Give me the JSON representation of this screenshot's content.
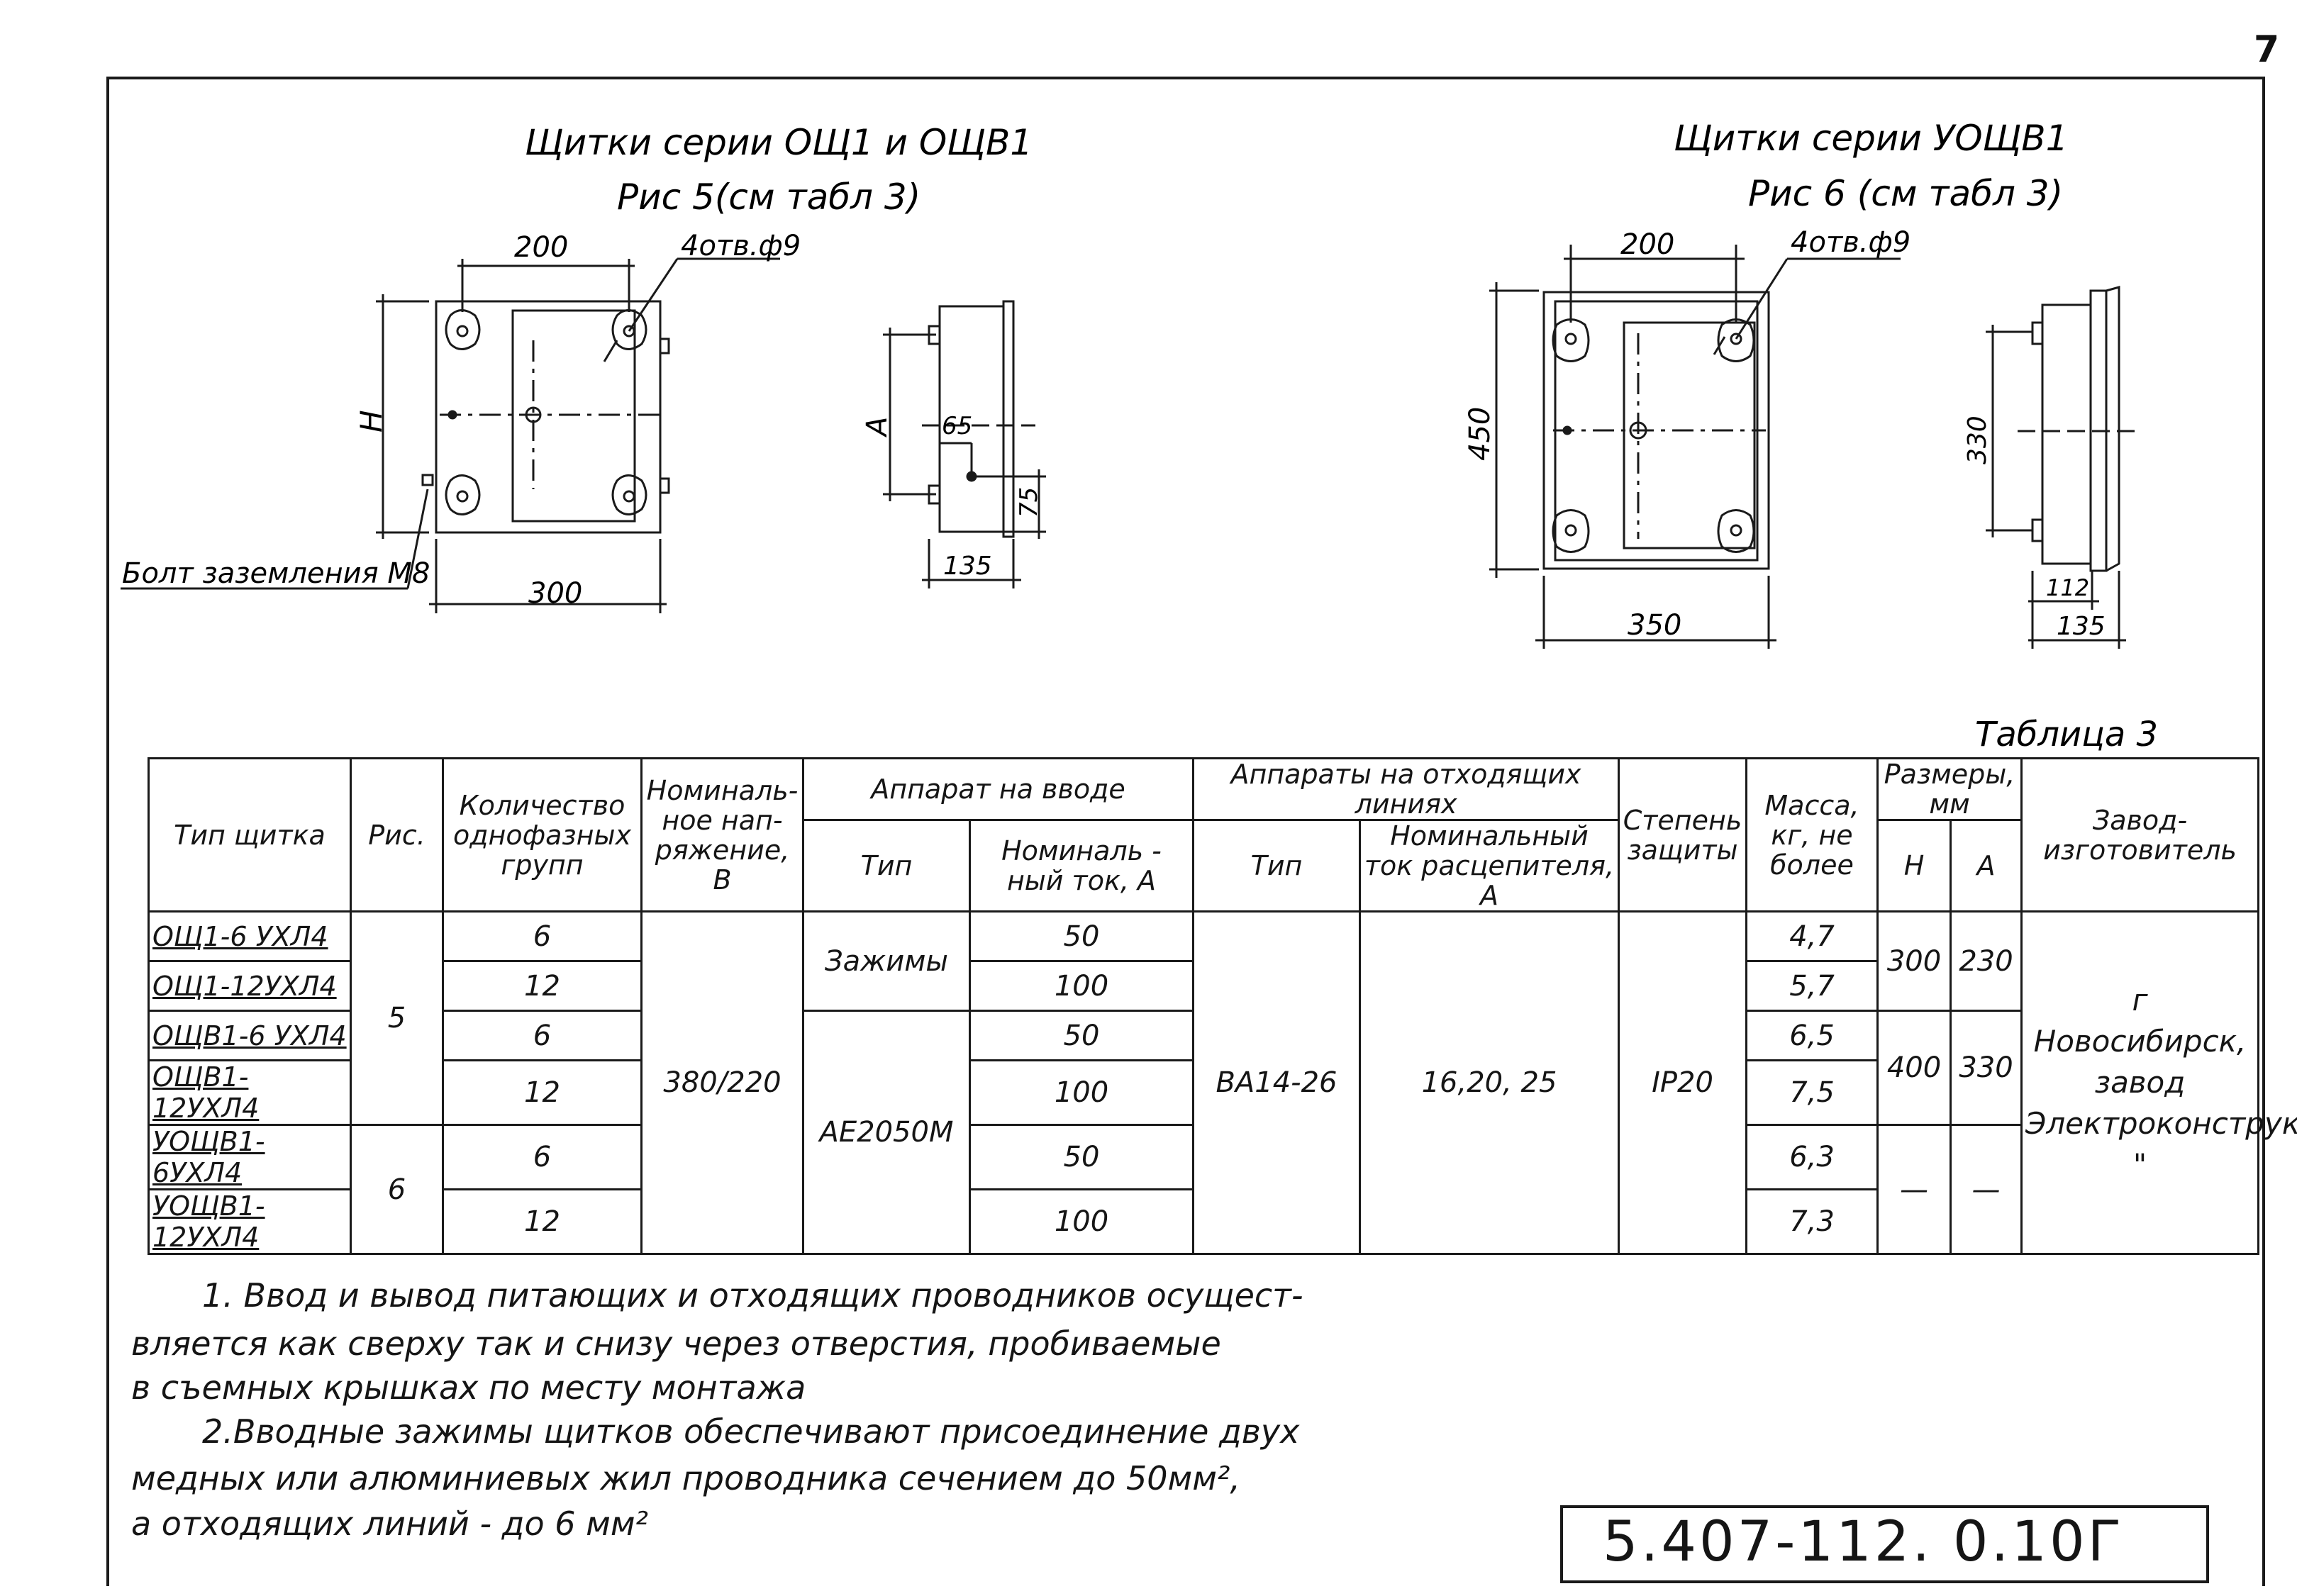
{
  "page_number": "7",
  "fig5": {
    "series_title": "Щитки серии ОЩ1 и ОЩВ1",
    "caption": "Рис 5(см табл 3)",
    "dim_width_top": "200",
    "holes": "4отв.ф9",
    "dim_h": "H",
    "dim_width": "300",
    "bolt_label": "Болт заземления М8",
    "side_dim_a": "A",
    "side_dim_65": "65",
    "side_dim_75": "75",
    "side_dim_135": "135"
  },
  "fig6": {
    "series_title": "Щитки серии УОЩВ1",
    "caption": "Рис 6 (см табл 3)",
    "dim_width_top": "200",
    "holes": "4отв.ф9",
    "dim_h": "450",
    "dim_width": "350",
    "side_dim_330": "330",
    "side_dim_112": "112",
    "side_dim_135": "135"
  },
  "table": {
    "caption": "Таблица 3",
    "headers": {
      "type": "Тип щитка",
      "fig": "Рис.",
      "groups": "Количество однофазных групп",
      "voltage": "Номиналь-ное нап-ряжение, В",
      "input_apparatus": "Аппарат на вводе",
      "input_type": "Тип",
      "input_current": "Номиналь - ный ток, А",
      "outgoing": "Аппараты на отходящих линиях",
      "out_type": "Тип",
      "out_current": "Номинальный ток расцепителя, А",
      "protection": "Степень защиты",
      "mass": "Масса, кг, не более",
      "dimensions": "Размеры, мм",
      "dim_h": "H",
      "dim_a": "A",
      "maker": "Завод-изготовитель"
    },
    "rows": [
      {
        "type": "ОЩ1-6 УХЛ4",
        "groups": "6",
        "current": "50",
        "mass": "4,7"
      },
      {
        "type": "ОЩ1-12УХЛ4",
        "groups": "12",
        "current": "100",
        "mass": "5,7"
      },
      {
        "type": "ОЩВ1-6 УХЛ4",
        "groups": "6",
        "current": "50",
        "mass": "6,5"
      },
      {
        "type": "ОЩВ1-12УХЛ4",
        "groups": "12",
        "current": "100",
        "mass": "7,5"
      },
      {
        "type": "УОЩВ1-6УХЛ4",
        "groups": "6",
        "current": "50",
        "mass": "6,3"
      },
      {
        "type": "УОЩВ1-12УХЛ4",
        "groups": "12",
        "current": "100",
        "mass": "7,3"
      }
    ],
    "merged": {
      "fig_5": "5",
      "fig_6": "6",
      "voltage": "380/220",
      "input_type_1": "Зажимы",
      "input_type_2": "АЕ2050М",
      "out_type": "ВА14-26",
      "out_current": "16,20, 25",
      "protection": "IP20",
      "h_1": "300",
      "a_1": "230",
      "h_2": "400",
      "a_2": "330",
      "h_3": "—",
      "a_3": "—",
      "maker": "г Новосибирск, завод Электроконструкция \""
    }
  },
  "notes": [
    "1. Ввод и вывод питающих и отходящих проводников осущест-",
    "вляется как сверху так и снизу через отверстия, пробиваемые",
    "в съемных крышках по месту монтажа",
    "2.Вводные зажимы щитков обеспечивают присоединение двух",
    "медных или алюминиевых жил проводника сечением до 50мм²,",
    "а отходящих линий - до 6 мм²"
  ],
  "doc_number": "5.407-112. 0.10Г"
}
